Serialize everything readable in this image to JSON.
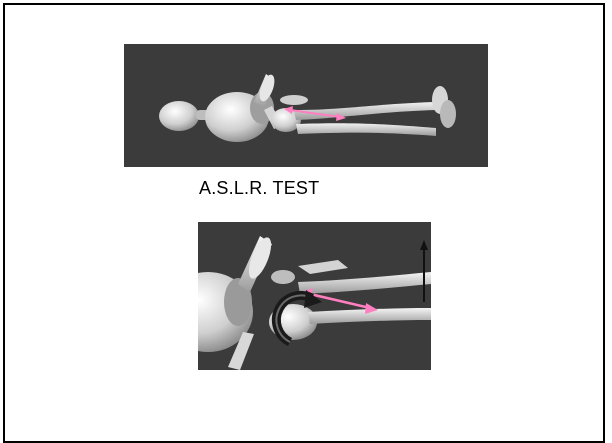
{
  "caption": "A.S.L.R. TEST",
  "figures": [
    {
      "name": "supine-figure-full-body",
      "icon": "mannequin-lying-supine"
    },
    {
      "name": "supine-figure-closeup-with-rotation",
      "icon": "mannequin-closeup-rotation-arrow"
    }
  ],
  "colors": {
    "panel_background": "#3b3b3b",
    "figure": "#d9d9d9",
    "arrow": "#ff7fc0",
    "rotation_arrow": "#1a1a1a"
  }
}
